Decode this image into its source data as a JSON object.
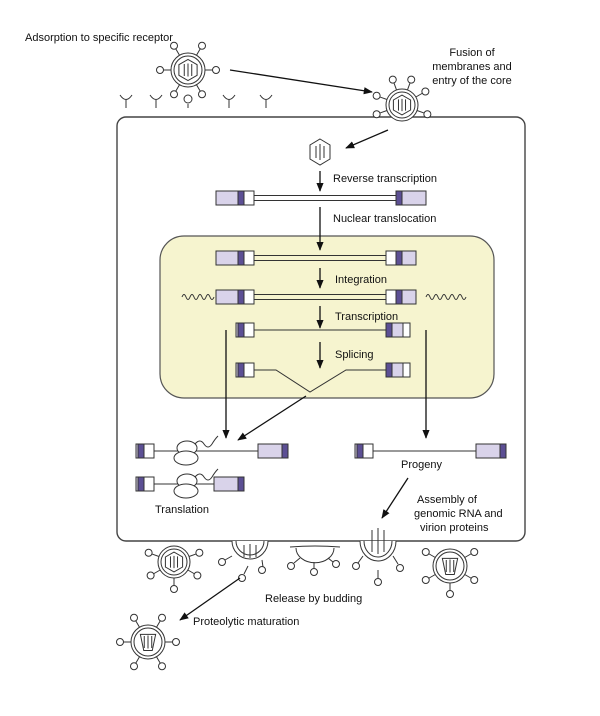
{
  "labels": {
    "adsorption": "Adsorption to specific receptor",
    "fusion_1": "Fusion of",
    "fusion_2": "membranes and",
    "fusion_3": "entry of the core",
    "reverse_transcription": "Reverse transcription",
    "nuclear_translocation": "Nuclear translocation",
    "integration": "Integration",
    "transcription": "Transcription",
    "splicing": "Splicing",
    "progeny": "Progeny",
    "translation": "Translation",
    "assembly_1": "Assembly of",
    "assembly_2": "genomic RNA and",
    "assembly_3": "virion proteins",
    "release": "Release by budding",
    "maturation": "Proteolytic maturation"
  },
  "colors": {
    "nucleus_fill": "#f6f4cf",
    "ltr_fill": "#d9d3ea",
    "ltr_dark": "#5c4f94",
    "stroke": "#333333"
  }
}
